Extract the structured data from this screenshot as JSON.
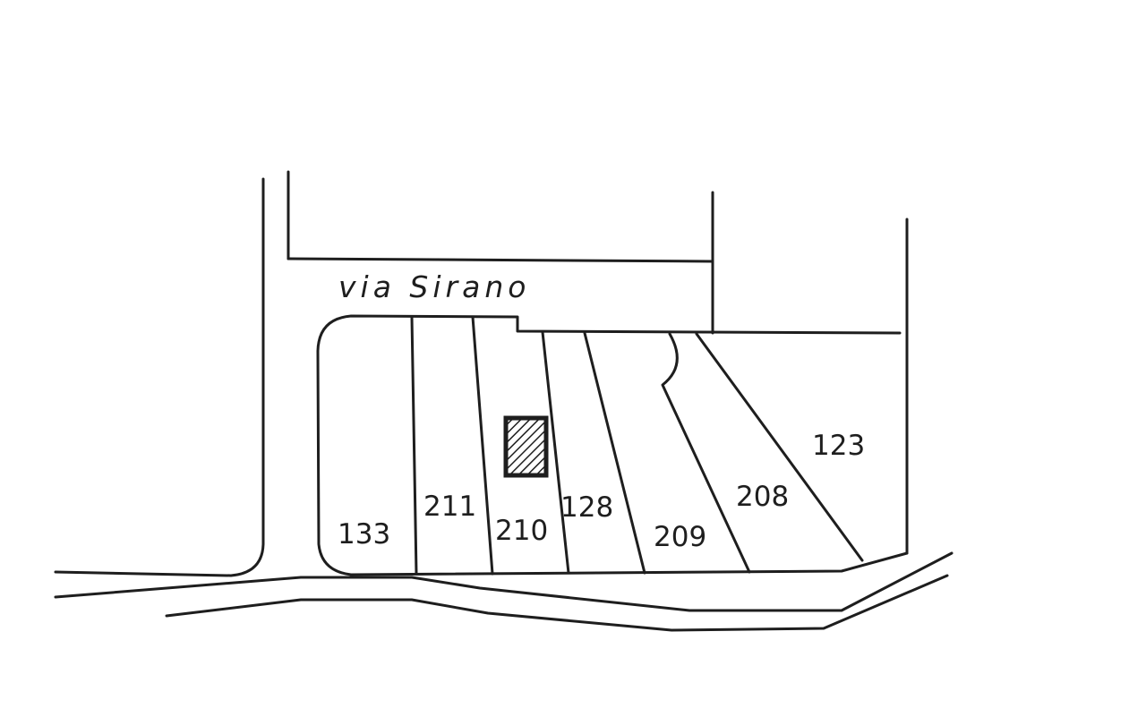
{
  "map": {
    "street_name": "via Sirano",
    "parcels": [
      {
        "id": "133"
      },
      {
        "id": "211"
      },
      {
        "id": "210",
        "highlighted_building": true
      },
      {
        "id": "128"
      },
      {
        "id": "209"
      },
      {
        "id": "208"
      },
      {
        "id": "123"
      }
    ],
    "colors": {
      "ink": "#1e1e1e",
      "paper": "#ffffff"
    },
    "building_marker": {
      "fill_pattern": "diagonal-hatch"
    }
  }
}
